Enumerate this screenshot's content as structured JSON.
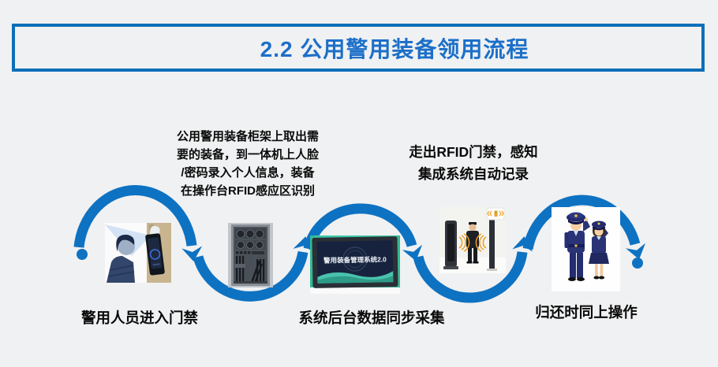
{
  "title": "2.2 公用警用装备领用流程",
  "colors": {
    "background": "#f0f1f2",
    "accent_blue": "#0e72c2",
    "title_blue": "#1c6fc8",
    "title_border": "#0d6fb8",
    "screen_teal": "#3ec7a5",
    "signal_orange": "#ef9b1c",
    "text": "#0a0a0a"
  },
  "steps": [
    {
      "caption": "警用人员进入门禁",
      "image": "face-recognition-access-photo"
    },
    {
      "note_lines": [
        "公用警用装备柜架上取出需",
        "要的装备，到一体机上人脸",
        "/密码录入个人信息，装备",
        "在操作台RFID感应区识别"
      ],
      "image": "equipment-cabinet-photo"
    },
    {
      "caption": "系统后台数据同步采集",
      "screen_text": "警用装备管理系统2.0",
      "image": "management-system-screen-photo"
    },
    {
      "note_lines": [
        "走出RFID门禁，感知",
        "集成系统自动记录"
      ],
      "image": "rfid-security-gate-photo"
    },
    {
      "caption": "归还时同上操作",
      "image": "police-officers-cartoon"
    }
  ]
}
